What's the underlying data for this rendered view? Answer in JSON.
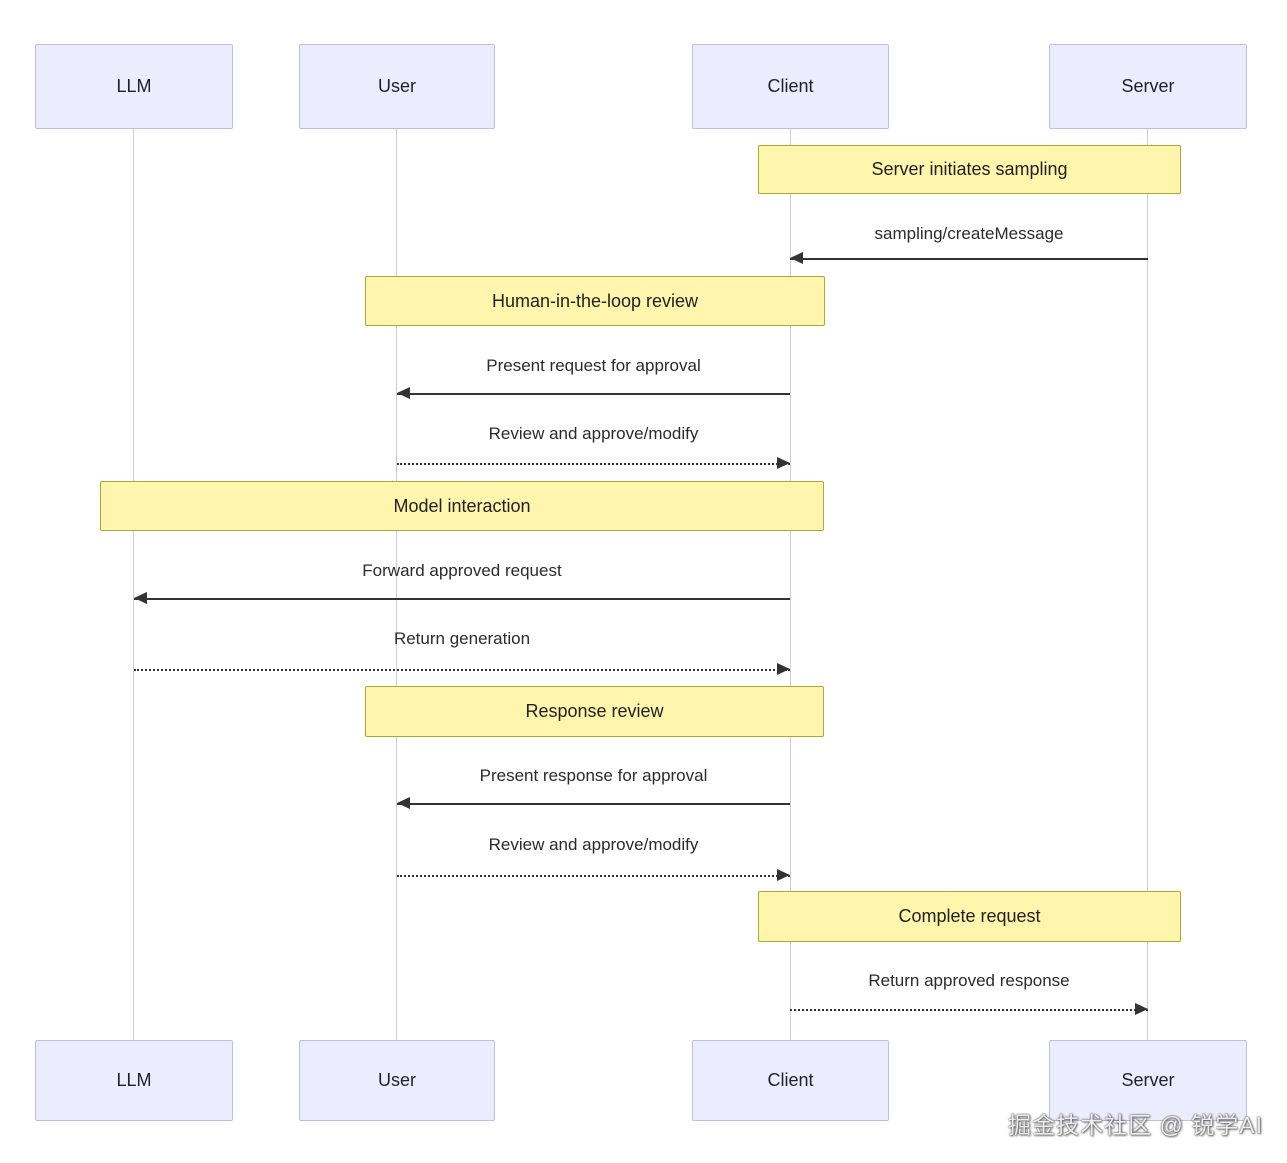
{
  "diagram": {
    "type": "sequence-diagram",
    "actors": [
      {
        "id": "llm",
        "label": "LLM"
      },
      {
        "id": "user",
        "label": "User"
      },
      {
        "id": "client",
        "label": "Client"
      },
      {
        "id": "server",
        "label": "Server"
      }
    ],
    "notes": [
      {
        "label": "Server initiates sampling",
        "over": [
          "client",
          "server"
        ]
      },
      {
        "label": "Human-in-the-loop review",
        "over": [
          "user",
          "client"
        ]
      },
      {
        "label": "Model interaction",
        "over": [
          "llm",
          "client"
        ]
      },
      {
        "label": "Response review",
        "over": [
          "user",
          "client"
        ]
      },
      {
        "label": "Complete request",
        "over": [
          "client",
          "server"
        ]
      }
    ],
    "messages": [
      {
        "label": "sampling/createMessage",
        "from": "server",
        "to": "client",
        "style": "solid"
      },
      {
        "label": "Present request for approval",
        "from": "client",
        "to": "user",
        "style": "solid"
      },
      {
        "label": "Review and approve/modify",
        "from": "user",
        "to": "client",
        "style": "dotted"
      },
      {
        "label": "Forward approved request",
        "from": "client",
        "to": "llm",
        "style": "solid"
      },
      {
        "label": "Return generation",
        "from": "llm",
        "to": "client",
        "style": "dotted"
      },
      {
        "label": "Present response for approval",
        "from": "client",
        "to": "user",
        "style": "solid"
      },
      {
        "label": "Review and approve/modify",
        "from": "user",
        "to": "client",
        "style": "dotted"
      },
      {
        "label": "Return approved response",
        "from": "client",
        "to": "server",
        "style": "dotted"
      }
    ],
    "watermark": "掘金技术社区 @ 锐学AI",
    "colors": {
      "actor_fill": "#ECECFF",
      "actor_border": "#BFBFE0",
      "note_fill": "#FFF5AD",
      "note_border": "#AAAA33",
      "lifeline": "#CCCCDD",
      "arrow": "#333333",
      "text": "#2B2B2B"
    }
  }
}
